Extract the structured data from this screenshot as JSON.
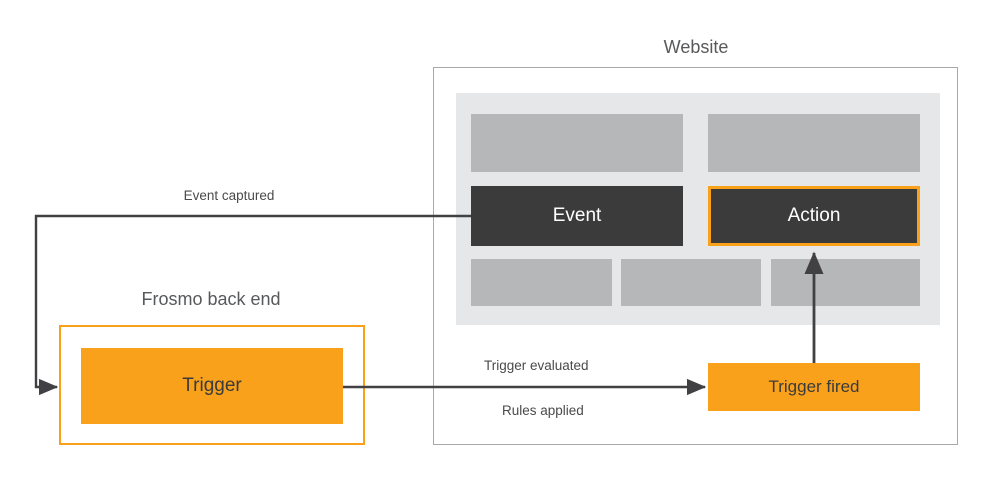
{
  "diagram": {
    "titles": {
      "website": "Website",
      "frosmo_backend": "Frosmo back end"
    },
    "boxes": {
      "event": "Event",
      "action": "Action",
      "trigger": "Trigger",
      "trigger_fired": "Trigger  fired"
    },
    "arrow_labels": {
      "event_captured": "Event captured",
      "trigger_evaluated": "Trigger evaluated",
      "rules_applied": "Rules applied"
    },
    "colors": {
      "orange": "#f9a11b",
      "dark": "#3b3b3b",
      "panel_border": "#a7a9ac",
      "page_bg": "#e6e7e8",
      "block": "#b6b7b9",
      "text": "#58595b",
      "arrow": "#414042"
    },
    "placeholder_blocks": [
      {
        "name": "top-left-block"
      },
      {
        "name": "top-right-block"
      },
      {
        "name": "bottom-left-block"
      },
      {
        "name": "bottom-center-block"
      },
      {
        "name": "bottom-right-block"
      }
    ]
  }
}
